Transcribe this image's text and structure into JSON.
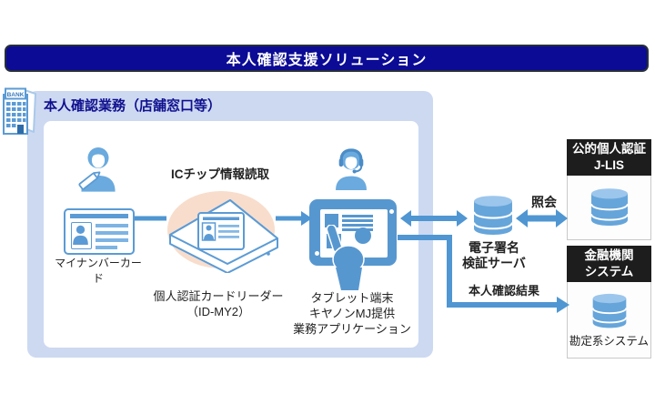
{
  "banner": {
    "title": "本人確認支援ソリューション"
  },
  "work_area": {
    "title": "本人確認業務（店舗窓口等）",
    "bank_icon_text": "BANK",
    "mynumber_card_label": "マイナンバーカード",
    "ic_chip_label": "ICチップ情報読取",
    "card_reader_label": [
      "個人認証カードリーダー",
      "（ID-MY2）"
    ],
    "tablet_label": [
      "タブレット端末",
      "キヤノンMJ提供",
      "業務アプリケーション"
    ]
  },
  "server": {
    "label": [
      "電子署名",
      "検証サーバ"
    ]
  },
  "flows": {
    "inquiry_label": "照会",
    "result_label": "本人確認結果"
  },
  "jlis": {
    "header": [
      "公的個人認証",
      "J-LIS"
    ]
  },
  "financial": {
    "header": [
      "金融機関",
      "システム"
    ],
    "system_label": "勘定系システム"
  },
  "colors": {
    "banner_bg": "#0b0b96",
    "panel_bg": "#cdd9f1",
    "icon_blue": "#5b9bd5",
    "tablet_blue": "#5797d0",
    "arrow_blue": "#4f96d2",
    "highlight_peach": "#f8ddcc",
    "box_header_bg": "#1d1d1d",
    "title_navy": "#10108f"
  }
}
